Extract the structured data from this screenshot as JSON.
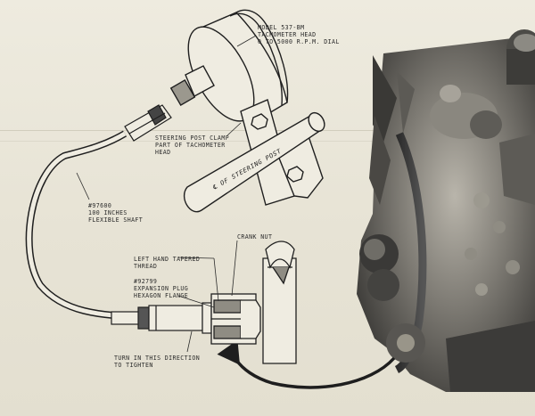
{
  "labels": {
    "tach_model": "MODEL 537-BM",
    "tach_head": "TACHOMETER HEAD",
    "tach_dial": "0 TO 5000 R.P.M. DIAL",
    "clamp_1": "STEERING POST CLAMP",
    "clamp_2": "PART OF TACHOMETER",
    "clamp_3": "HEAD",
    "steering_post": "℄ OF STEERING POST",
    "shaft_num": "#97600",
    "shaft_len": "100 INCHES",
    "shaft_name": "FLEXIBLE SHAFT",
    "crank_nut": "CRANK NUT",
    "thread_1": "LEFT HAND TAPERED",
    "thread_2": "THREAD",
    "plug_num": "#92799",
    "plug_1": "EXPANSION PLUG",
    "plug_2": "HEXAGON FLANGE",
    "turn_1": "TURN IN THIS DIRECTION",
    "turn_2": "TO TIGHTEN"
  },
  "colors": {
    "ink": "#1f1f1f",
    "paper": "#eae7da",
    "engine_dark": "#2b2b2b",
    "engine_mid": "#6e6c66",
    "engine_light": "#a8a49a"
  }
}
